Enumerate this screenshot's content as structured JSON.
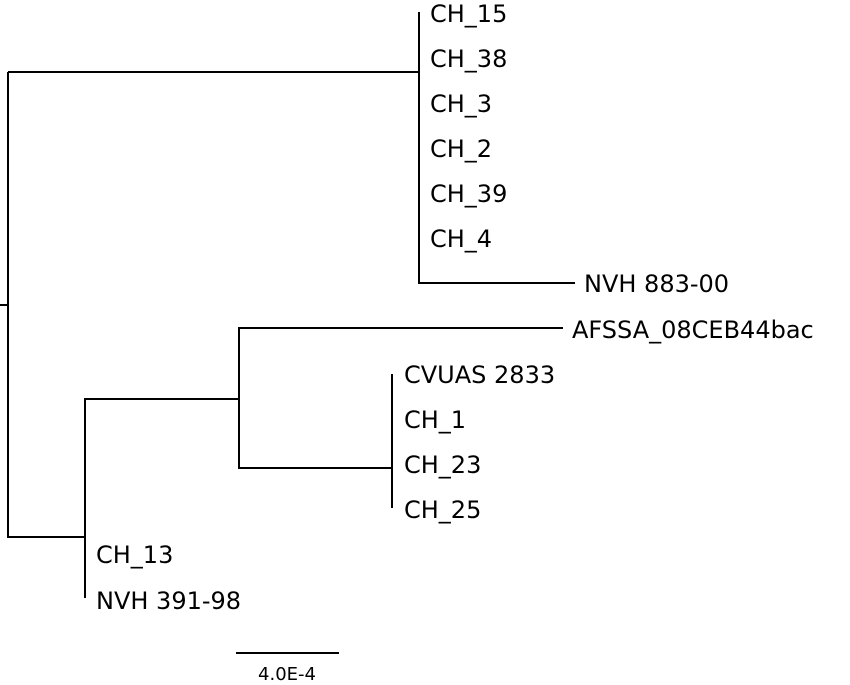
{
  "tree": {
    "leaves": [
      {
        "id": "ch15",
        "label": "CH_15"
      },
      {
        "id": "ch38",
        "label": "CH_38"
      },
      {
        "id": "ch3",
        "label": "CH_3"
      },
      {
        "id": "ch2",
        "label": "CH_2"
      },
      {
        "id": "ch39",
        "label": "CH_39"
      },
      {
        "id": "ch4",
        "label": "CH_4"
      },
      {
        "id": "nvh883",
        "label": "NVH 883-00"
      },
      {
        "id": "afssa",
        "label": "AFSSA_08CEB44bac"
      },
      {
        "id": "cvuas",
        "label": "CVUAS 2833"
      },
      {
        "id": "ch1",
        "label": "CH_1"
      },
      {
        "id": "ch23",
        "label": "CH_23"
      },
      {
        "id": "ch25",
        "label": "CH_25"
      },
      {
        "id": "ch13",
        "label": "CH_13"
      },
      {
        "id": "nvh391",
        "label": "NVH 391-98"
      }
    ],
    "scale_bar": {
      "label": "4.0E-4"
    },
    "colors": {
      "line": "#000000",
      "text": "#000000",
      "background": "#ffffff"
    }
  }
}
